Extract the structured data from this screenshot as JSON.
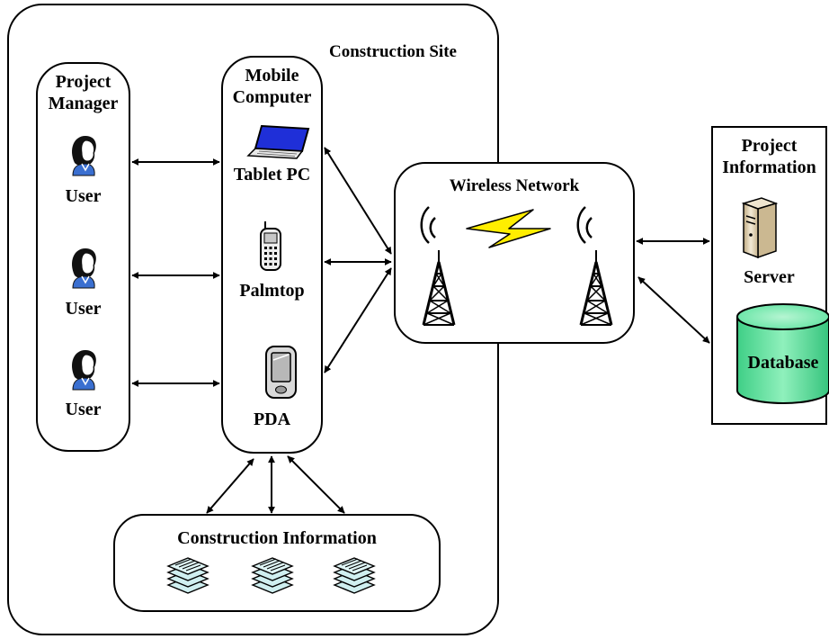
{
  "construction_site": {
    "title": "Construction Site"
  },
  "project_manager": {
    "title_line1": "Project",
    "title_line2": "Manager",
    "users": [
      "User",
      "User",
      "User"
    ]
  },
  "mobile_computer": {
    "title_line1": "Mobile",
    "title_line2": "Computer",
    "devices": [
      "Tablet PC",
      "Palmtop",
      "PDA"
    ]
  },
  "wireless_network": {
    "title": "Wireless Network"
  },
  "project_information": {
    "title_line1": "Project",
    "title_line2": "Information",
    "server_label": "Server",
    "database_label": "Database"
  },
  "construction_information": {
    "title": "Construction Information"
  },
  "colors": {
    "stroke": "#000000",
    "laptop_screen": "#1f2fd8",
    "lightning": "#ffee00",
    "database_fill": "#5fe3a1",
    "user_shirt": "#3a6fd0",
    "document_fill": "#cfeff0"
  }
}
